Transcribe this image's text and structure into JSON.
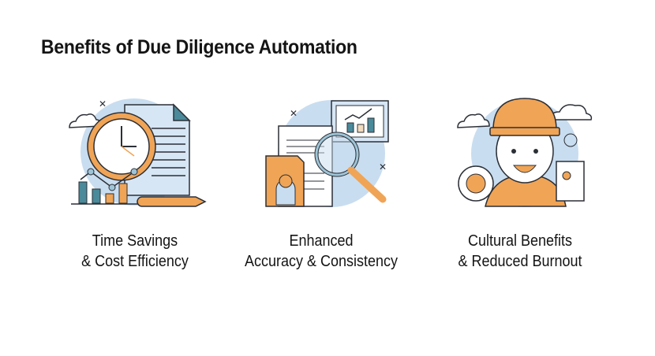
{
  "title": "Benefits of Due Diligence Automation",
  "colors": {
    "orange": "#F0A456",
    "blue_bg": "#C9DDF0",
    "teal": "#4A8A9A",
    "outline": "#2B2F36"
  },
  "benefits": [
    {
      "line1": "Time Savings",
      "line2": "& Cost Efficiency",
      "icon": "clock-document-chart-icon"
    },
    {
      "line1": "Enhanced",
      "line2": "Accuracy & Consistency",
      "icon": "magnifier-documents-chart-icon"
    },
    {
      "line1": "Cultural Benefits",
      "line2": "& Reduced Burnout",
      "icon": "worker-hardhat-icon"
    }
  ]
}
